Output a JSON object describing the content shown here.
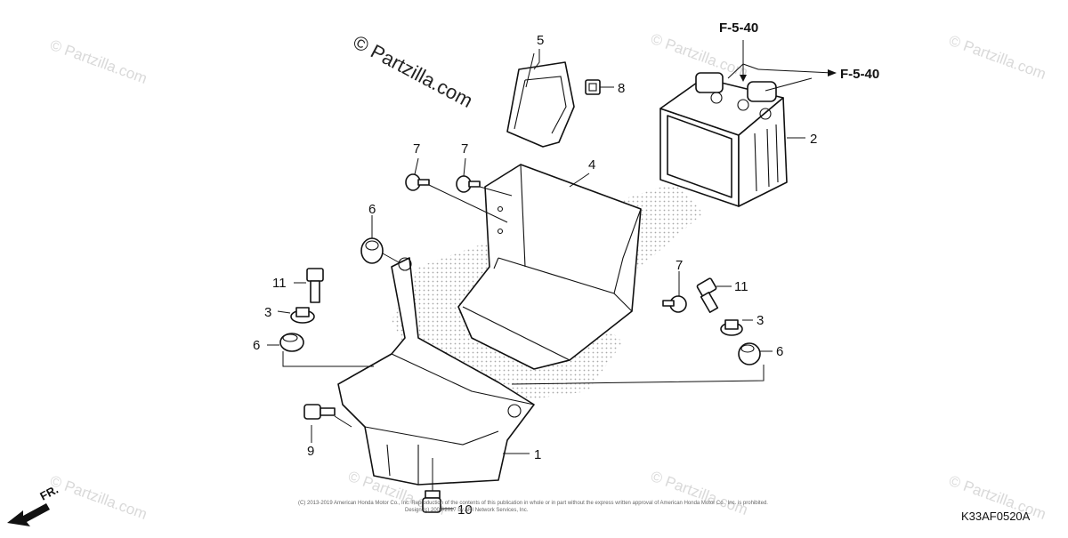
{
  "watermark": {
    "main": "© Partzilla.com",
    "repeat": "© Partzilla.com"
  },
  "references": {
    "top": "F-5-40",
    "right": "F-5-40"
  },
  "callouts": {
    "c1": "1",
    "c2": "2",
    "c3a": "3",
    "c3b": "3",
    "c4": "4",
    "c5": "5",
    "c6a": "6",
    "c6b": "6",
    "c6c": "6",
    "c7a": "7",
    "c7b": "7",
    "c7c": "7",
    "c8": "8",
    "c9": "9",
    "c10": "10",
    "c11a": "11",
    "c11b": "11"
  },
  "direction_label": "FR.",
  "copyright_line1": "(C) 2013-2019 American Honda Motor Co., Inc. Reproduction of the contents of this publication in whole or in part without the express written approval of American Honda Motor Co., Inc. is prohibited.",
  "copyright_line2": "Design (c) 2004-2017 by ARI Network Services, Inc.",
  "diagram_code": "K33AF0520A",
  "colors": {
    "ink": "#111111",
    "halftone": "#b0b0b0",
    "watermark": "#d9d9d9"
  }
}
